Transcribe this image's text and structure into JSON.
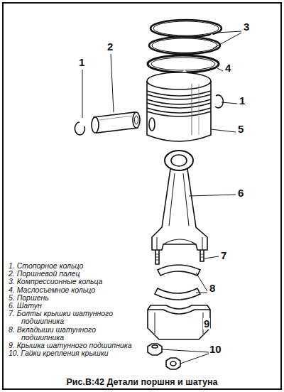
{
  "diagram": {
    "caption": "Рис.В:42 Детали поршня и шатуна",
    "labels": [
      "3",
      "2",
      "1",
      "4",
      "1",
      "5",
      "6",
      "7",
      "8",
      "9",
      "10",
      "1. Стопорное кольцо",
      "2. Поршневой палец",
      "3. Компрессионные кольца",
      "4. Маслосъемное кольцо",
      "5. Поршень",
      "6. Шатун",
      "7. Болты крышки шатунного подшипника",
      "8. Вкладыши шатунного подшипника",
      "9. Крышка шатунного подшипника",
      "10. Гайки крепления крышки"
    ]
  }
}
